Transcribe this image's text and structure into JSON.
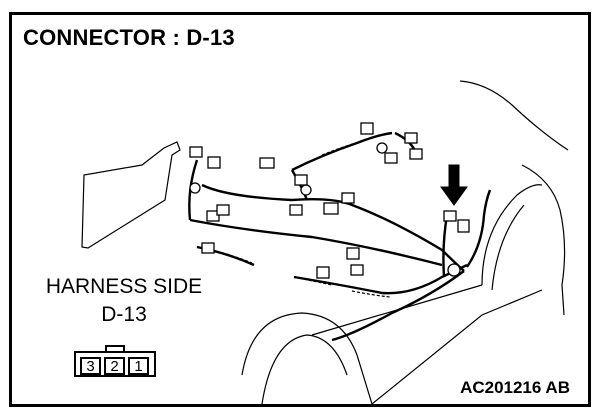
{
  "title": "CONNECTOR : D-13",
  "harness": {
    "line1": "HARNESS SIDE",
    "line2": "D-13"
  },
  "connector": {
    "pins": [
      "3",
      "2",
      "1"
    ]
  },
  "reference_code": "AC201216 AB",
  "icons": [
    "pointer-arrow-icon"
  ]
}
